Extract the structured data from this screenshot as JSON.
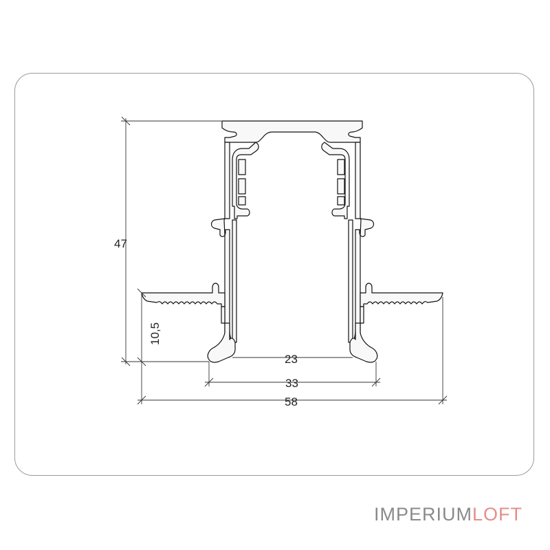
{
  "dimensions": {
    "height_total": "47",
    "flange_height": "10,5",
    "inner_opening": "23",
    "lip_width": "33",
    "overall_width": "58"
  },
  "brand": {
    "part1": "IMPERIUM",
    "part2": "LOFT",
    "color_part1": "#8a8a8a",
    "color_part2": "#e58e8a"
  },
  "colors": {
    "profile_fill": "#f8f8f8",
    "profile_stroke": "#111111",
    "dimension_line": "#333333"
  }
}
